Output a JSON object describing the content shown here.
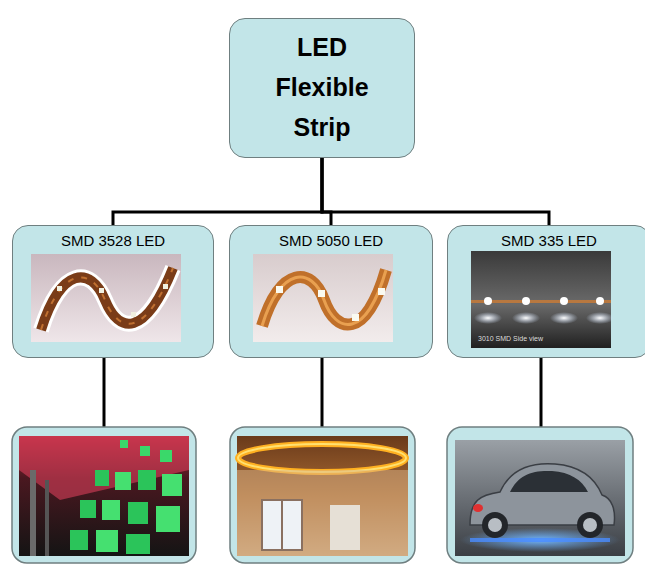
{
  "diagram": {
    "nodes": [
      {
        "text": [
          "LED Flexible Strip"
        ]
      },
      {
        "text": [
          "SMD 3528 LED"
        ]
      },
      {
        "text": [
          "SMD 5050 LED"
        ]
      },
      {
        "text": [
          "SMD 335 LED"
        ]
      }
    ],
    "edges": [
      {
        "from": 0,
        "to": 1,
        "arrow": "none"
      },
      {
        "from": 0,
        "to": 2,
        "arrow": "none"
      },
      {
        "from": 0,
        "to": 3,
        "arrow": "none"
      }
    ],
    "labels": [
      "3010 SMD Side view"
    ]
  }
}
